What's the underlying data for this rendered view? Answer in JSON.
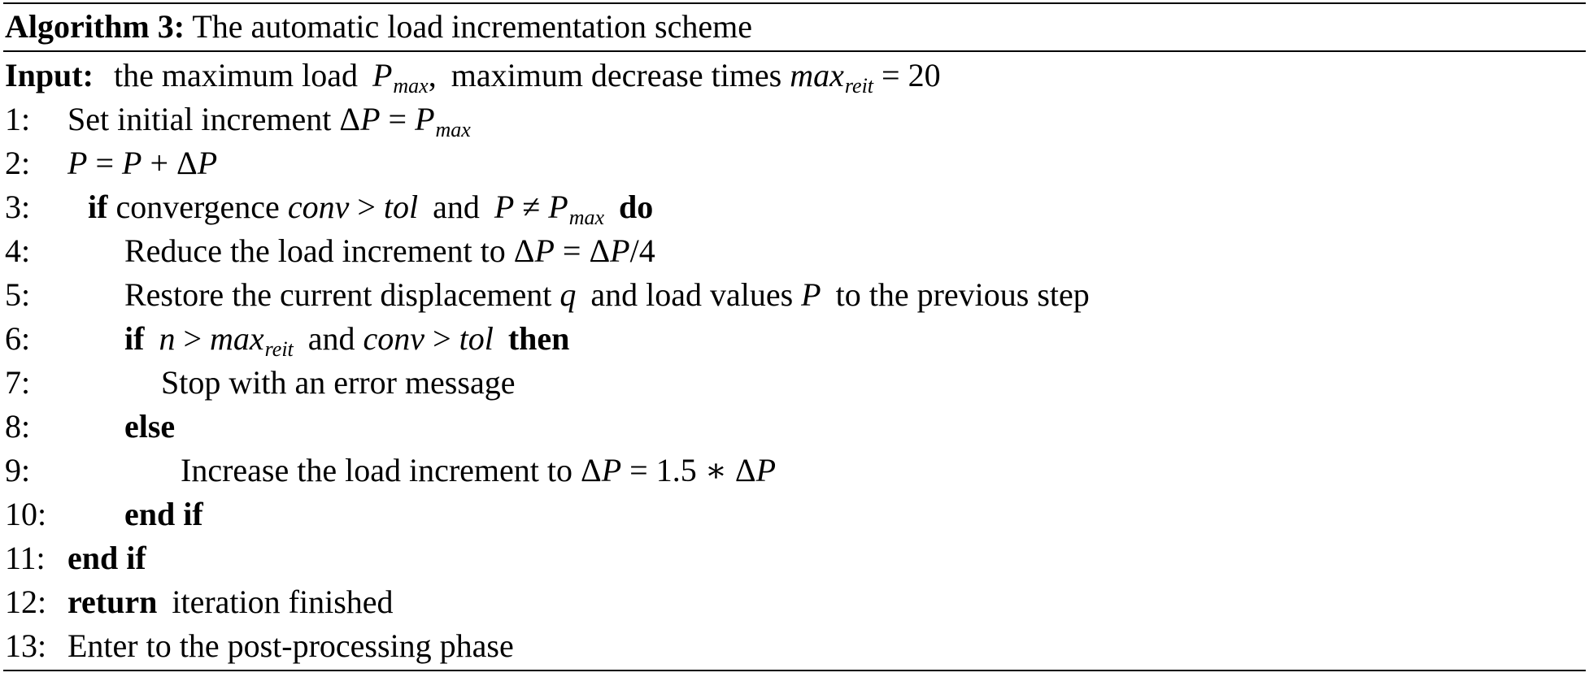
{
  "caption": {
    "label": "Algorithm 3:",
    "title": "The automatic load incrementation scheme"
  },
  "input": {
    "label": "Input:",
    "text1": "the maximum load",
    "p": "P",
    "max_sub": "max",
    "comma": ",",
    "text2": "maximum decrease times",
    "maxvar": "max",
    "reit_sub": "reit",
    "eq": "= 20"
  },
  "steps": {
    "1": {
      "num": "1:",
      "text": "Set initial increment ",
      "delta": "Δ",
      "p": "P",
      "eq": " = ",
      "p2": "P",
      "sub": "max"
    },
    "2": {
      "num": "2:",
      "p": "P",
      "eq1": " = ",
      "p2": "P",
      "plus": " + Δ",
      "p3": "P"
    },
    "3": {
      "num": "3:",
      "kw_if": "if",
      "text": " convergence ",
      "conv": "conv",
      "gt": " > ",
      "tol": "tol",
      "and": "and",
      "p": "P",
      "neq": " ≠ ",
      "p2": "P",
      "sub": "max",
      "kw_do": "do"
    },
    "4": {
      "num": "4:",
      "text": "Reduce the load increment to ",
      "d1": "Δ",
      "p": "P",
      "eq": " = Δ",
      "p2": "P",
      "rest": "/4"
    },
    "5": {
      "num": "5:",
      "text1": "Restore the current displacement ",
      "q": "q",
      "text2": "and load values ",
      "p": "P",
      "text3": "to the previous step"
    },
    "6": {
      "num": "6:",
      "kw_if": "if",
      "n": "n",
      "gt": " > ",
      "maxvar": "max",
      "sub": "reit",
      "and": "and",
      "conv": "conv",
      "gt2": " > ",
      "tol": "tol",
      "kw_then": "then"
    },
    "7": {
      "num": "7:",
      "text": "Stop with an error message"
    },
    "8": {
      "num": "8:",
      "kw_else": "else"
    },
    "9": {
      "num": "9:",
      "text": "Increase the load increment to ",
      "d1": "Δ",
      "p": "P",
      "eq": " = 1.5 ∗ Δ",
      "p2": "P"
    },
    "10": {
      "num": "10:",
      "kw": "end if"
    },
    "11": {
      "num": "11:",
      "kw": "end if"
    },
    "12": {
      "num": "12:",
      "kw": "return",
      "text": "iteration finished"
    },
    "13": {
      "num": "13:",
      "text": "Enter to the post-processing phase"
    }
  }
}
